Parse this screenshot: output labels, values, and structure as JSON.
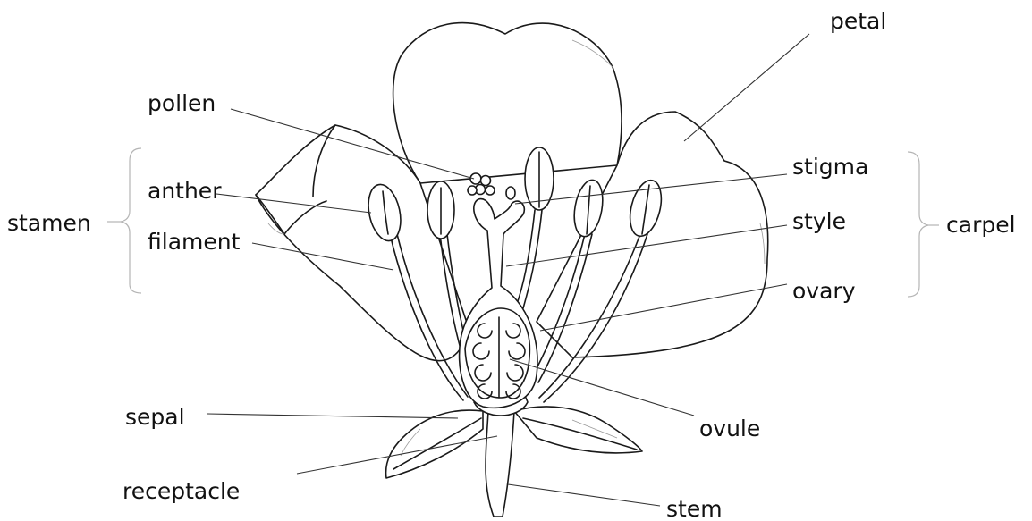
{
  "labels": {
    "petal": "petal",
    "pollen": "pollen",
    "stamen": "stamen",
    "anther": "anther",
    "filament": "filament",
    "stigma": "stigma",
    "style": "style",
    "carpel": "carpel",
    "ovary": "ovary",
    "ovule": "ovule",
    "sepal": "sepal",
    "receptacle": "receptacle",
    "stem": "stem"
  }
}
